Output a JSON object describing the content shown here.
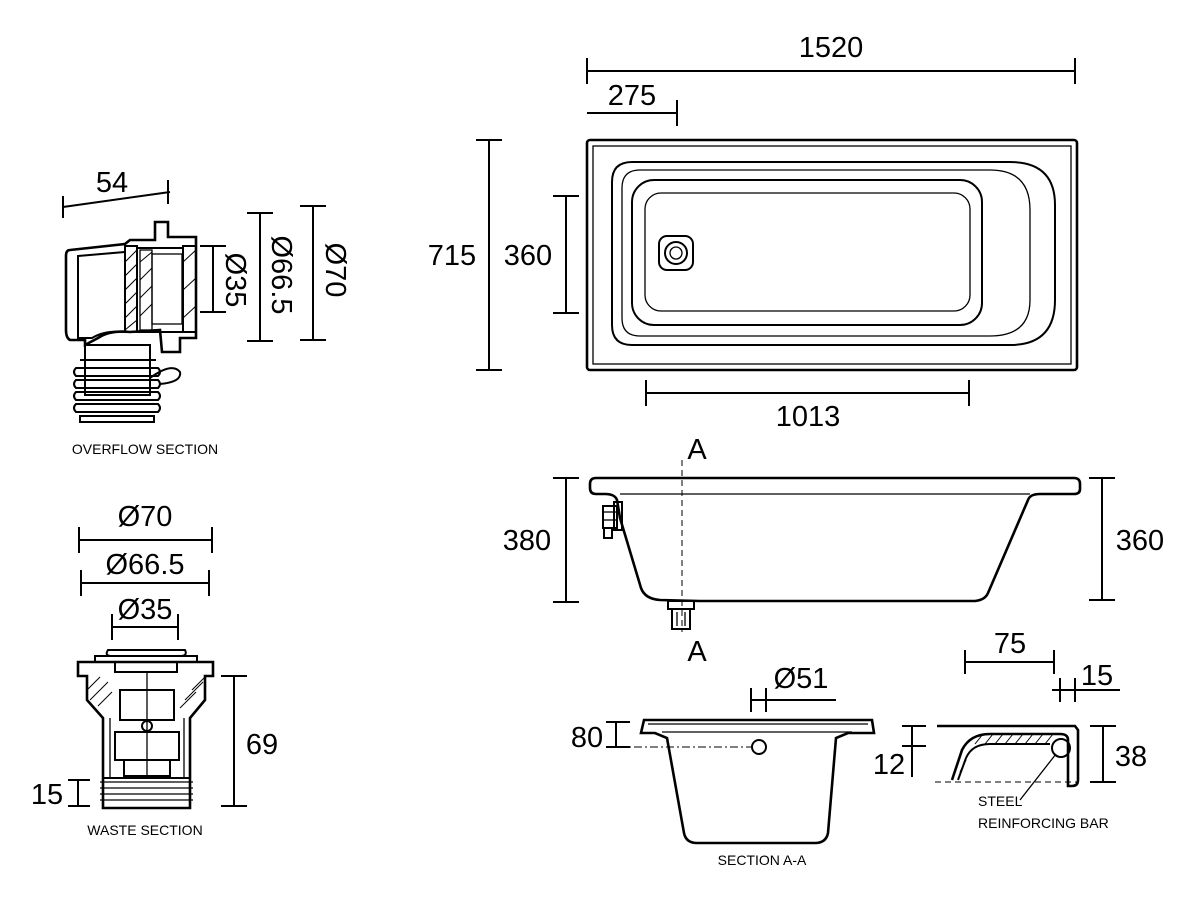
{
  "overflow": {
    "caption": "OVERFLOW SECTION",
    "dims": {
      "width": "54",
      "d35": "Ø35",
      "d665": "Ø66.5",
      "d70": "Ø70"
    }
  },
  "waste": {
    "caption": "WASTE SECTION",
    "dims": {
      "d70": "Ø70",
      "d665": "Ø66.5",
      "d35": "Ø35",
      "height": "69",
      "base": "15"
    }
  },
  "plan": {
    "dims": {
      "length": "1520",
      "offset": "275",
      "width": "715",
      "inner": "360",
      "floor": "1013"
    }
  },
  "elevation": {
    "dims": {
      "left_height": "380",
      "right_height": "360"
    },
    "section_marks": {
      "top": "A",
      "bottom": "A"
    }
  },
  "section_aa": {
    "caption": "SECTION A-A",
    "dims": {
      "waste": "Ø51",
      "overflow": "80"
    }
  },
  "rim_detail": {
    "dims": {
      "width": "75",
      "lip": "15",
      "height": "38",
      "bar": "12"
    },
    "note_line1": "STEEL",
    "note_line2": "REINFORCING BAR"
  }
}
